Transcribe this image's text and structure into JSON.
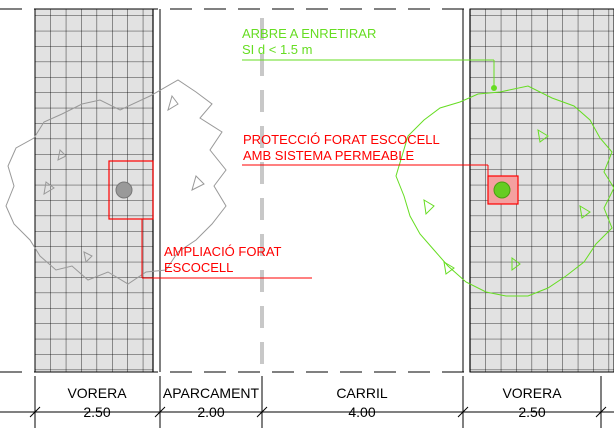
{
  "annotations": {
    "arbre_line1": "ARBRE A ENRETIRAR",
    "arbre_line2": "SI d < 1.5 m",
    "proteccio_line1": "PROTECCIÓ FORAT ESCOCELL",
    "proteccio_line2": "AMB SISTEMA PERMEABLE",
    "ampliacio_line1": "AMPLIACIÓ FORAT",
    "ampliacio_line2": "ESCOCELL"
  },
  "dimensions": [
    {
      "name": "VORERA",
      "value": "2.50"
    },
    {
      "name": "APARCAMENT",
      "value": "2.00"
    },
    {
      "name": "CARRIL",
      "value": "4.00"
    },
    {
      "name": "VORERA",
      "value": "2.50"
    }
  ],
  "colors": {
    "existing": "#ff0000",
    "proposed": "#66dd22",
    "paving_fill": "#e2e2e2",
    "paving_grid": "#000000",
    "tree_outline": "#999999",
    "centerline": "#c8c8c8",
    "dim_text": "#000000"
  }
}
